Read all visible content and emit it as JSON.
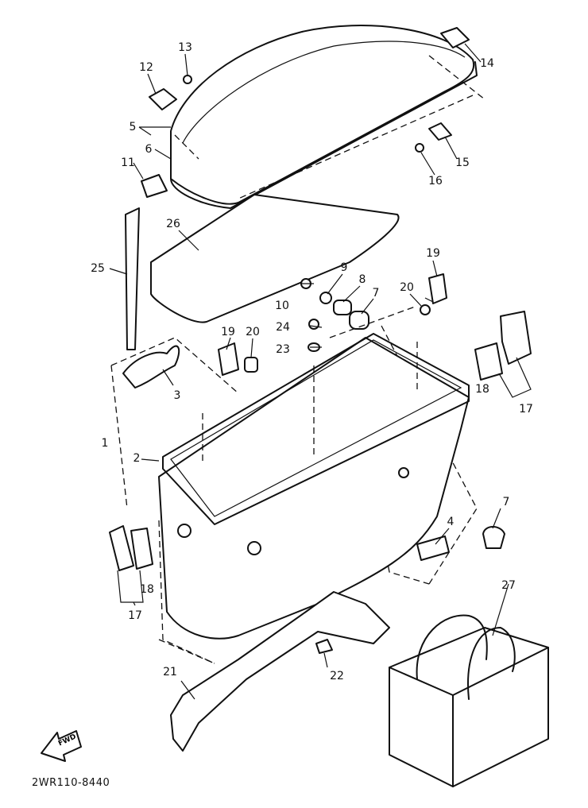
{
  "diagram": {
    "callouts": [
      "13",
      "12",
      "14",
      "5",
      "6",
      "11",
      "15",
      "16",
      "26",
      "25",
      "19",
      "9",
      "8",
      "20",
      "10",
      "7",
      "24",
      "23",
      "19",
      "20",
      "3",
      "18",
      "17",
      "1",
      "2",
      "7",
      "4",
      "17",
      "18",
      "21",
      "22",
      "27"
    ],
    "fwd_label": "FWD",
    "drawing_code": "2WR110-8440"
  }
}
